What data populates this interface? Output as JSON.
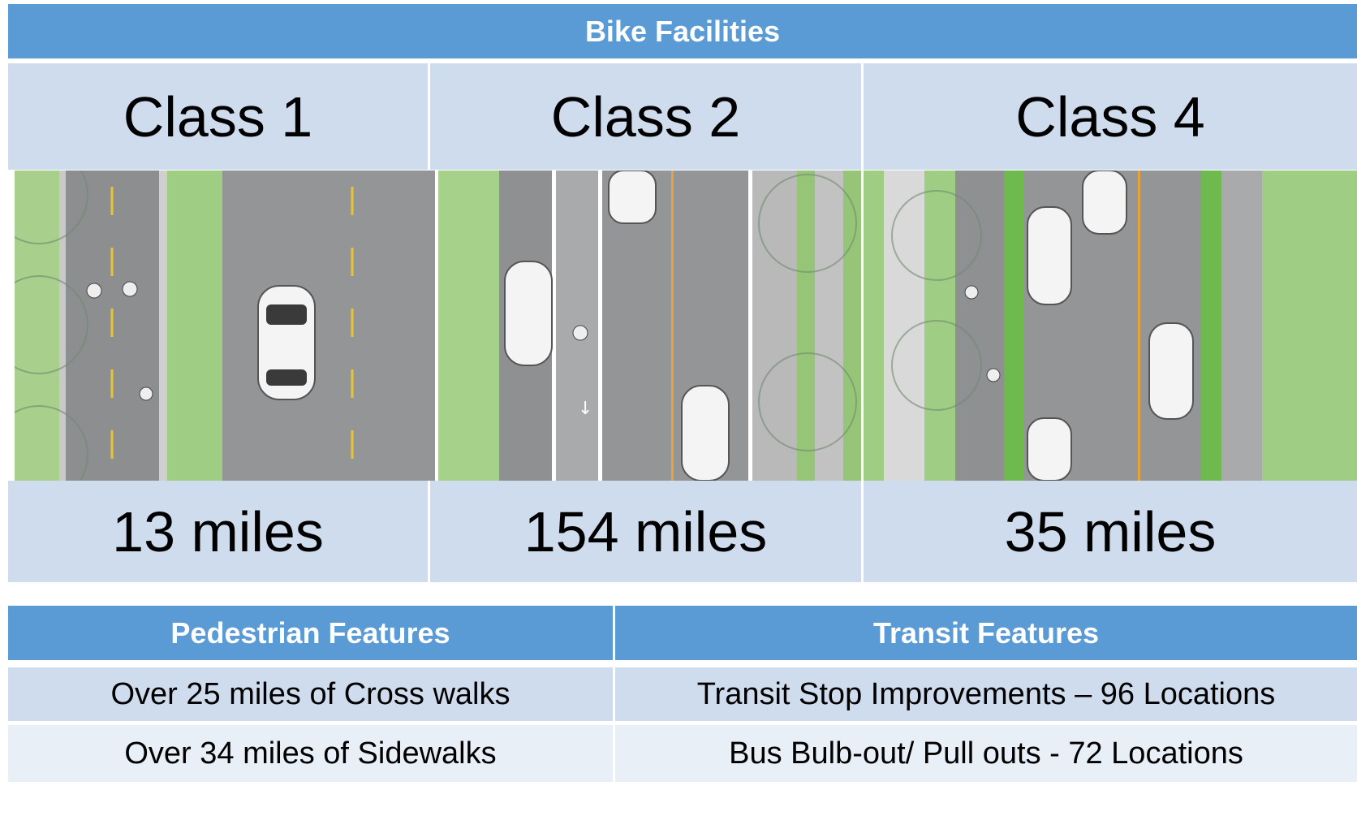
{
  "bike_facilities": {
    "header": "Bike Facilities",
    "columns": [
      {
        "title": "Class 1",
        "miles": "13 miles",
        "image_icon": "class-1-bike-path-illustration"
      },
      {
        "title": "Class 2",
        "miles": "154 miles",
        "image_icon": "class-2-bike-lane-illustration"
      },
      {
        "title": "Class 4",
        "miles": "35 miles",
        "image_icon": "class-4-separated-bikeway-illustration"
      }
    ]
  },
  "features": {
    "pedestrian": {
      "header": "Pedestrian  Features",
      "rows": [
        "Over 25 miles of Cross walks",
        "Over 34 miles of Sidewalks"
      ]
    },
    "transit": {
      "header": "Transit Features",
      "rows": [
        "Transit Stop Improvements – 96 Locations",
        "Bus Bulb-out/ Pull outs - 72 Locations"
      ]
    }
  },
  "colors": {
    "header_blue": "#5b9bd5",
    "cell_light_blue": "#cfdcee",
    "cell_lighter_blue": "#e9eff7"
  }
}
